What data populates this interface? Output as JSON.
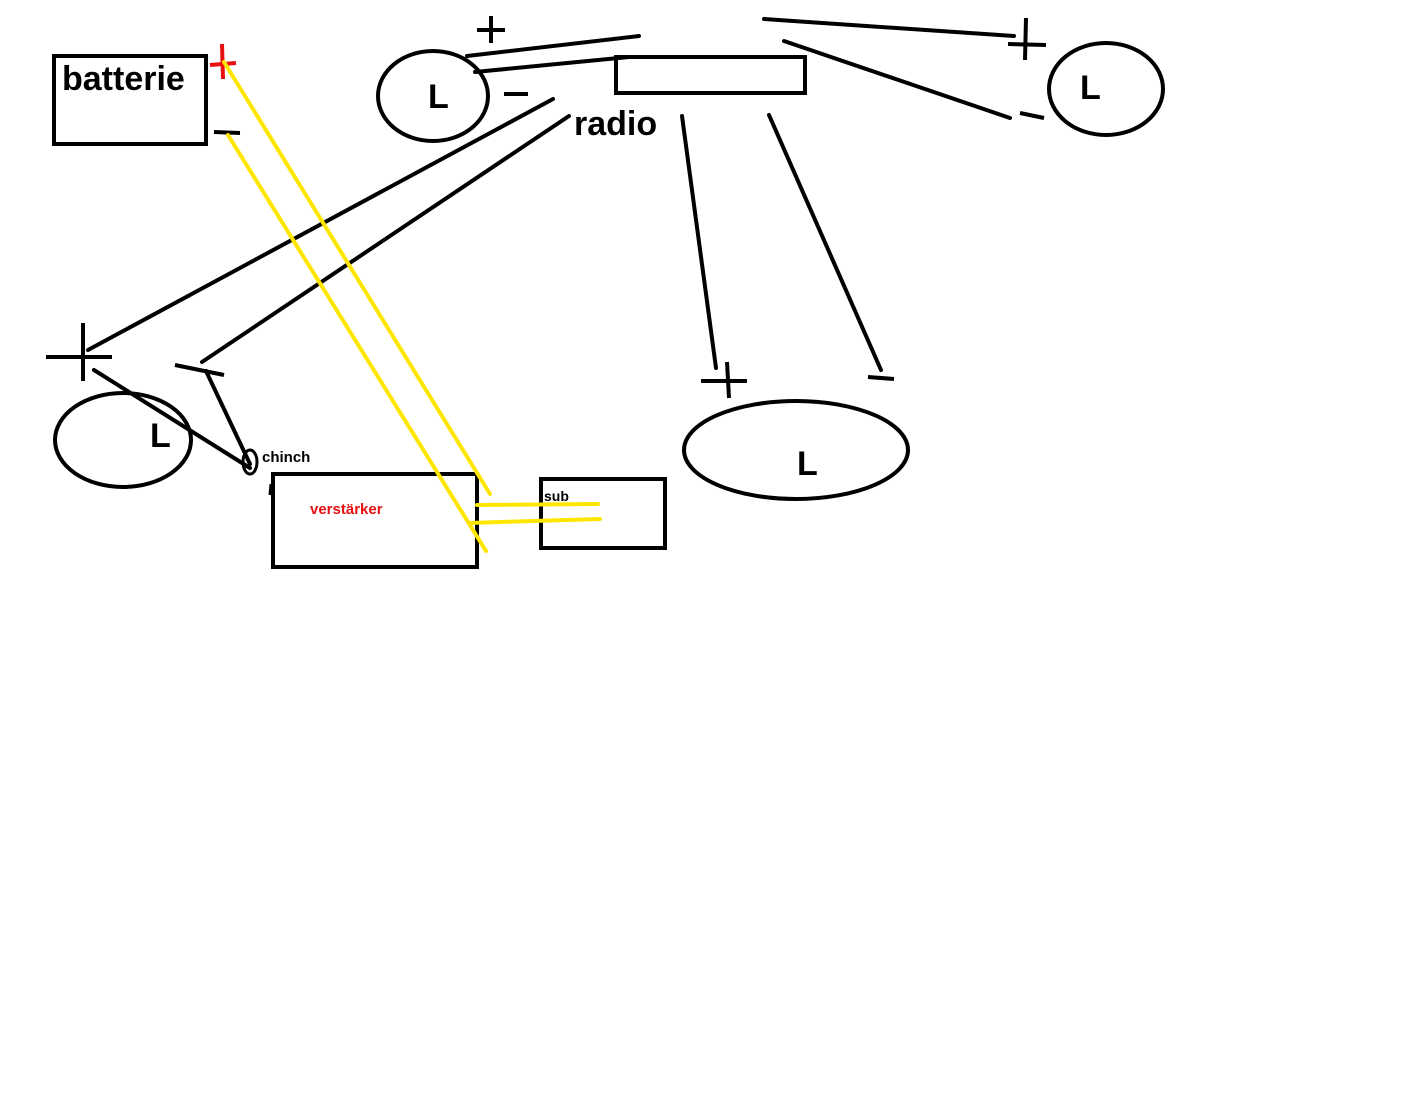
{
  "diagram": {
    "labels": {
      "battery": "batterie",
      "radio": "radio",
      "speaker_top_left": "L",
      "speaker_top_right": "L",
      "speaker_bottom_left": "L",
      "speaker_bottom_right": "L",
      "cinch": "chinch",
      "amplifier": "verstärker",
      "subwoofer": "sub"
    },
    "colors": {
      "ink": "#000000",
      "power_wire": "#ffe600",
      "battery_plus": "#e81010",
      "amplifier_label": "#e81010",
      "background": "#ffffff"
    }
  }
}
